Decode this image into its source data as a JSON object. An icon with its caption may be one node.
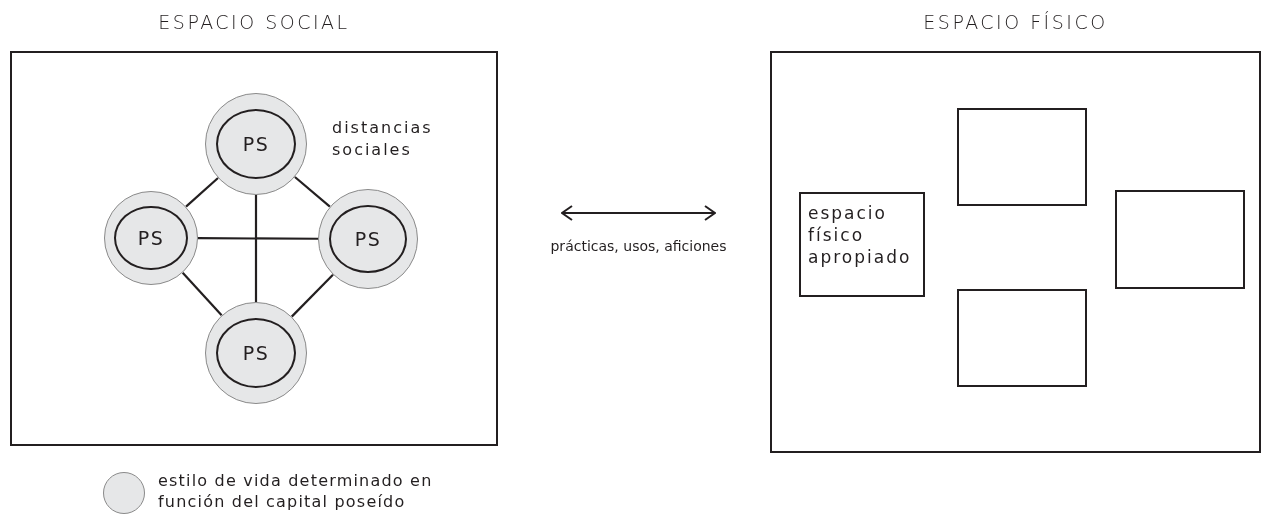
{
  "diagram": {
    "nodes": [
      {
        "text": [
          "ESPACIO SOCIAL"
        ]
      },
      {
        "text": [
          "PS"
        ],
        "in": 0
      },
      {
        "text": [
          "PS"
        ],
        "in": 0
      },
      {
        "text": [
          "PS"
        ],
        "in": 0
      },
      {
        "text": [
          "PS"
        ],
        "in": 0
      },
      {
        "text": [
          "ESPACIO FÍSICO"
        ]
      },
      {
        "text": [],
        "shape": "box",
        "in": 5
      },
      {
        "text": [
          "espacio físico apropiado"
        ],
        "in": 5
      },
      {
        "text": [],
        "shape": "box",
        "in": 5
      },
      {
        "text": [],
        "shape": "box",
        "in": 5
      }
    ],
    "edges": [
      {
        "from": 1,
        "to": 2,
        "arrow": "none"
      },
      {
        "from": 1,
        "to": 3,
        "arrow": "none"
      },
      {
        "from": 1,
        "to": 4,
        "arrow": "none"
      },
      {
        "from": 2,
        "to": 3,
        "arrow": "none"
      },
      {
        "from": 2,
        "to": 4,
        "arrow": "none"
      },
      {
        "from": 3,
        "to": 4,
        "arrow": "none"
      },
      {
        "from": 0,
        "to": 5,
        "arrow": "both",
        "label": "prácticas, usos, aficiones"
      }
    ],
    "labels": [
      "distancias sociales"
    ],
    "legend": [
      {
        "text": "estilo de vida determinado en función del capital poseído",
        "color": "#e6e7e8"
      }
    ]
  }
}
